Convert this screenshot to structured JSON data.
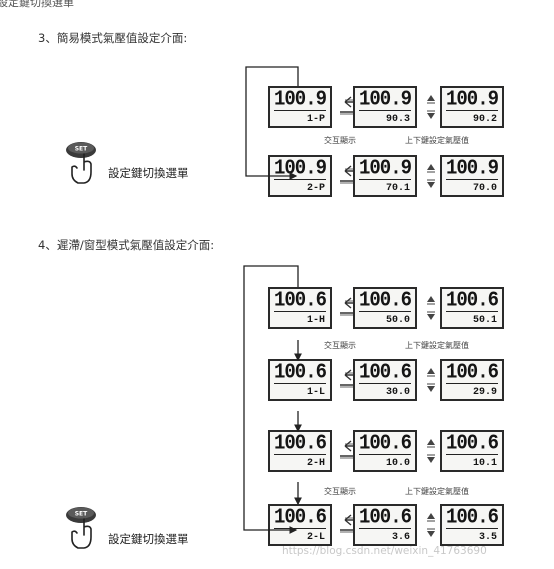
{
  "top_cut_text": "設定鍵切換選單",
  "section3": {
    "title": "3、簡易模式氣壓值設定介面:",
    "caption_left": "交互顯示",
    "caption_right": "上下鍵設定氣壓值",
    "set_note": "設定鍵切換選單",
    "set_key_label": "SET",
    "rows": [
      {
        "a_top": "100.9",
        "a_bot": "1-P",
        "b_top": "100.9",
        "b_bot": "90.3",
        "c_top": "100.9",
        "c_bot": "90.2"
      },
      {
        "a_top": "100.9",
        "a_bot": "2-P",
        "b_top": "100.9",
        "b_bot": "70.1",
        "c_top": "100.9",
        "c_bot": "70.0"
      }
    ]
  },
  "section4": {
    "title": "4、遲滯/窗型模式氣壓值設定介面:",
    "caption_left": "交互顯示",
    "caption_right": "上下鍵設定氣壓值",
    "set_note": "設定鍵切換選單",
    "set_key_label": "SET",
    "rows": [
      {
        "a_top": "100.6",
        "a_bot": "1-H",
        "b_top": "100.6",
        "b_bot": "50.0",
        "c_top": "100.6",
        "c_bot": "50.1"
      },
      {
        "a_top": "100.6",
        "a_bot": "1-L",
        "b_top": "100.6",
        "b_bot": "30.0",
        "c_top": "100.6",
        "c_bot": "29.9"
      },
      {
        "a_top": "100.6",
        "a_bot": "2-H",
        "b_top": "100.6",
        "b_bot": "10.0",
        "c_top": "100.6",
        "c_bot": "10.1"
      },
      {
        "a_top": "100.6",
        "a_bot": "2-L",
        "b_top": "100.6",
        "b_bot": "3.6",
        "c_top": "100.6",
        "c_bot": "3.5"
      }
    ]
  },
  "watermark": "https://blog.csdn.net/weixin_41763690"
}
